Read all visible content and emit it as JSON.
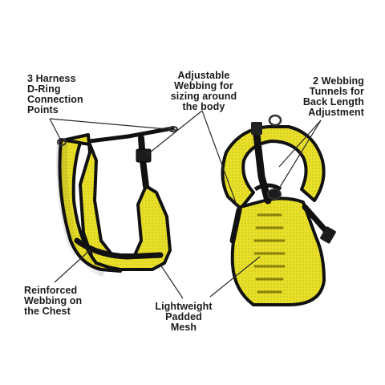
{
  "labels": {
    "dring": [
      "3 Harness",
      "D-Ring",
      "Connection",
      "Points"
    ],
    "adjustable": [
      "Adjustable",
      "Webbing for",
      "sizing around",
      "the body"
    ],
    "tunnels": [
      "2 Webbing",
      "Tunnels for",
      "Back Length",
      "Adjustment"
    ],
    "reinforced": [
      "Reinforced",
      "Webbing on",
      "the Chest"
    ],
    "mesh": [
      "Lightweight",
      "Padded",
      "Mesh"
    ]
  },
  "colors": {
    "mesh": "#e8df2a",
    "mesh_shade": "#b8ad12",
    "trim": "#111111",
    "leader": "#2a2a2a"
  }
}
